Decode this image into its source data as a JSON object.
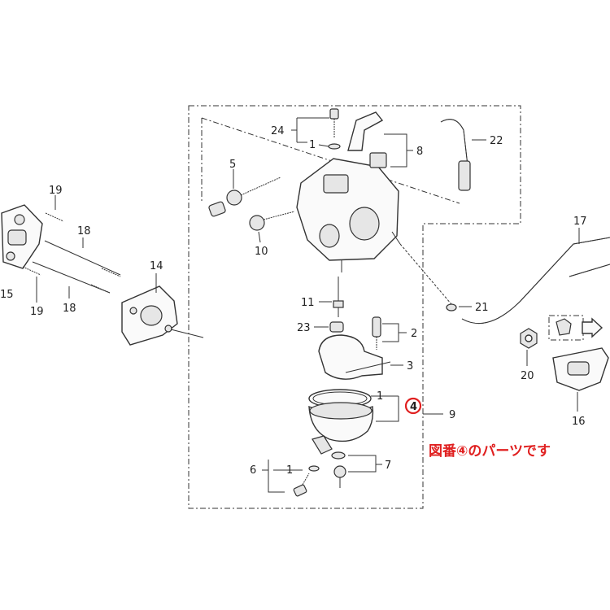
{
  "labels": {
    "p1a": "1",
    "p1b": "1",
    "p1c": "1",
    "p2": "2",
    "p3": "3",
    "p4": "4",
    "p5": "5",
    "p6": "6",
    "p7": "7",
    "p8": "8",
    "p9": "9",
    "p10": "10",
    "p11": "11",
    "p14": "14",
    "p15": "15",
    "p16": "16",
    "p17": "17",
    "p18a": "18",
    "p18b": "18",
    "p19a": "19",
    "p19b": "19",
    "p20": "20",
    "p21": "21",
    "p22": "22",
    "p23": "23",
    "p24": "24"
  },
  "annotation": {
    "text": "図番④のパーツです",
    "highlight_color": "#e02020"
  }
}
